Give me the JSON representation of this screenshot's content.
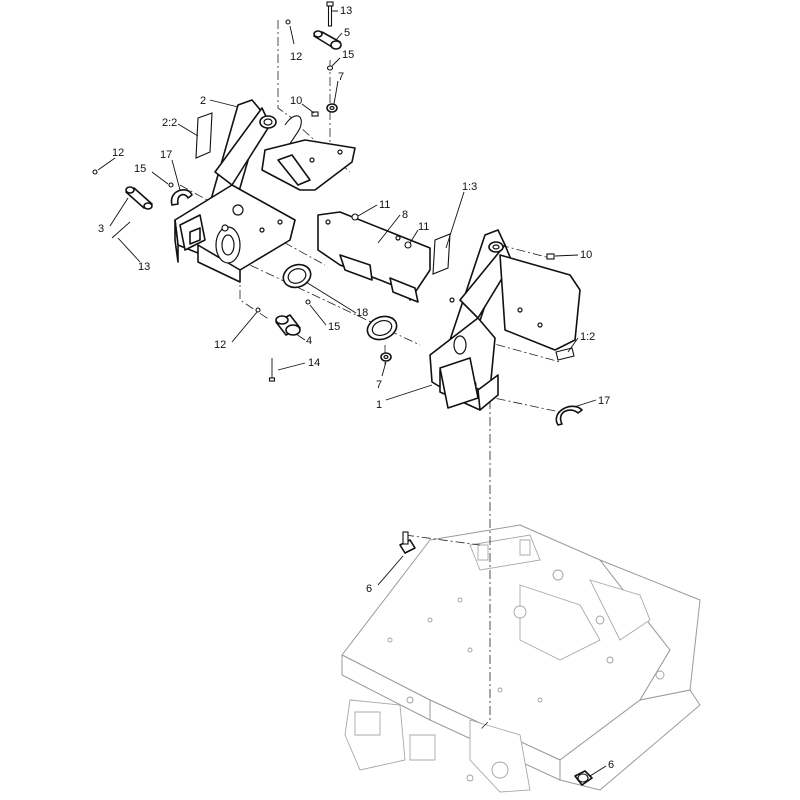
{
  "callouts": [
    {
      "id": "c13-top",
      "text": "13"
    },
    {
      "id": "c5",
      "text": "5"
    },
    {
      "id": "c12-top",
      "text": "12"
    },
    {
      "id": "c15-top",
      "text": "15"
    },
    {
      "id": "c7-top",
      "text": "7"
    },
    {
      "id": "c2",
      "text": "2"
    },
    {
      "id": "c10-top",
      "text": "10"
    },
    {
      "id": "c2-2",
      "text": "2:2"
    },
    {
      "id": "c12-left",
      "text": "12"
    },
    {
      "id": "c17-left",
      "text": "17"
    },
    {
      "id": "c15-left",
      "text": "15"
    },
    {
      "id": "c3",
      "text": "3"
    },
    {
      "id": "c13-left",
      "text": "13"
    },
    {
      "id": "c11-a",
      "text": "11"
    },
    {
      "id": "c8",
      "text": "8"
    },
    {
      "id": "c11-b",
      "text": "11"
    },
    {
      "id": "c1-3",
      "text": "1:3"
    },
    {
      "id": "c10-right",
      "text": "10"
    },
    {
      "id": "c18",
      "text": "18"
    },
    {
      "id": "c15-mid",
      "text": "15"
    },
    {
      "id": "c12-mid",
      "text": "12"
    },
    {
      "id": "c4",
      "text": "4"
    },
    {
      "id": "c1-2",
      "text": "1:2"
    },
    {
      "id": "c14",
      "text": "14"
    },
    {
      "id": "c7-mid",
      "text": "7"
    },
    {
      "id": "c1",
      "text": "1"
    },
    {
      "id": "c17-right",
      "text": "17"
    },
    {
      "id": "c6-top",
      "text": "6"
    },
    {
      "id": "c6-bottom",
      "text": "6"
    }
  ]
}
